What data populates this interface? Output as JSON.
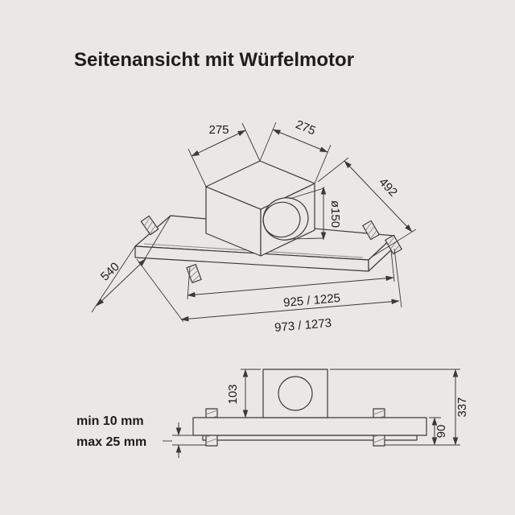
{
  "title": "Seitenansicht mit Würfelmotor",
  "colors": {
    "background": "#eae8e6",
    "line": "#3a3a3a",
    "hatch": "#8f8f8f",
    "text": "#1d1d1b"
  },
  "perspective_view": {
    "motor_width": "275",
    "motor_depth": "275",
    "body_depth_right": "492",
    "duct_diameter": "ø150",
    "body_depth_left": "540",
    "width_inner": "925 / 1225",
    "width_outer": "973 / 1273"
  },
  "side_view": {
    "motor_height": "103",
    "total_height": "337",
    "body_height": "90",
    "ceiling_min": "min 10 mm",
    "ceiling_max": "max 25 mm"
  }
}
